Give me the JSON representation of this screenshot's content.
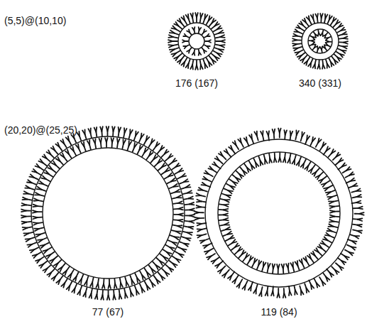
{
  "diagram": {
    "labels": [
      "(5,5)@(10,10)",
      "176 (167)",
      "340 (331)",
      "(20,20)@(25,25)",
      "77 (67)",
      "119 (84)"
    ]
  }
}
